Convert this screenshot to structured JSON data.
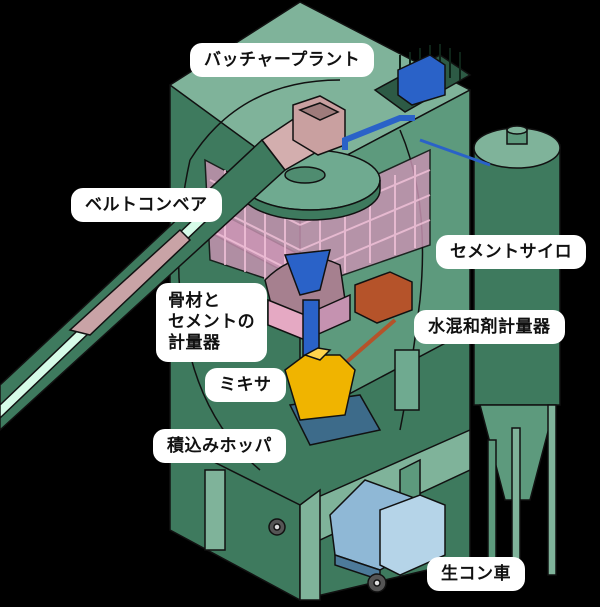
{
  "diagram": {
    "title": "Concrete batching plant diagram",
    "colors": {
      "background": "#000000",
      "building_dark": "#3e7a5e",
      "building_light": "#7fb39a",
      "building_mid": "#5d9a7d",
      "grid_pink": "#d9a2c0",
      "bin_pink": "#e5a9c3",
      "blue_pipe": "#2a62c8",
      "mixer_yellow": "#f0b400",
      "water_meter_orange": "#b5532a",
      "truck_blue": "#7fa9c9",
      "outline": "#111111"
    },
    "labels": {
      "batcher_plant": "バッチャープラント",
      "belt_conveyor": "ベルトコンベア",
      "cement_silo": "セメントサイロ",
      "aggregate_cement_meter": "骨材と\nセメントの\n計量器",
      "admixture_water_meter": "水混和剤計量器",
      "mixer": "ミキサ",
      "loading_hopper": "積込みホッパ",
      "mixer_truck": "生コン車"
    }
  }
}
